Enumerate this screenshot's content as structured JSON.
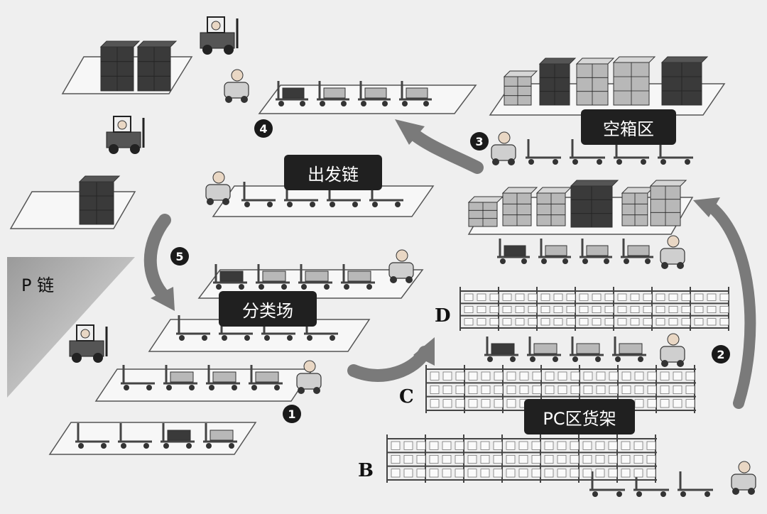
{
  "labels": {
    "departure_chain": "出发链",
    "empty_box_area": "空箱区",
    "sorting_yard": "分类场",
    "pc_rack": "PC区货架",
    "p_chain": "P 链"
  },
  "steps": [
    "1",
    "2",
    "3",
    "4",
    "5"
  ],
  "rack_rows": [
    "B",
    "C",
    "D"
  ],
  "colors": {
    "background": "#efefef",
    "tag_bg": "#202020",
    "platform": "#f7f7f7",
    "arrow": "#777777",
    "dark_box": "#3a3a3a",
    "light_box": "#b8b8b8"
  }
}
